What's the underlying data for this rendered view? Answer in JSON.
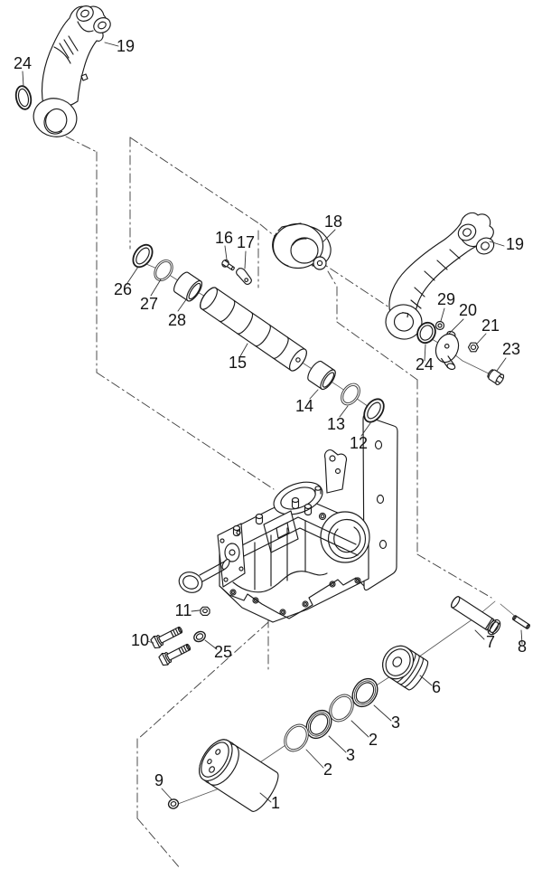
{
  "figure": {
    "kind": "exploded-parts-diagram",
    "background_color": "#ffffff",
    "line_color": "#1a1a1a",
    "phantom_line_color": "#444444",
    "callout_color": "#141414"
  },
  "callouts": [
    {
      "id": "24-left",
      "text": "24"
    },
    {
      "id": "19-left",
      "text": "19"
    },
    {
      "id": "26",
      "text": "26"
    },
    {
      "id": "27",
      "text": "27"
    },
    {
      "id": "28",
      "text": "28"
    },
    {
      "id": "16",
      "text": "16"
    },
    {
      "id": "17",
      "text": "17"
    },
    {
      "id": "18",
      "text": "18"
    },
    {
      "id": "15",
      "text": "15"
    },
    {
      "id": "14",
      "text": "14"
    },
    {
      "id": "13",
      "text": "13"
    },
    {
      "id": "12",
      "text": "12"
    },
    {
      "id": "19-right",
      "text": "19"
    },
    {
      "id": "29",
      "text": "29"
    },
    {
      "id": "20",
      "text": "20"
    },
    {
      "id": "21",
      "text": "21"
    },
    {
      "id": "24-right",
      "text": "24"
    },
    {
      "id": "23",
      "text": "23"
    },
    {
      "id": "11",
      "text": "11"
    },
    {
      "id": "10",
      "text": "10"
    },
    {
      "id": "25",
      "text": "25"
    },
    {
      "id": "7",
      "text": "7"
    },
    {
      "id": "8",
      "text": "8"
    },
    {
      "id": "6",
      "text": "6"
    },
    {
      "id": "3-upper",
      "text": "3"
    },
    {
      "id": "2-upper",
      "text": "2"
    },
    {
      "id": "3-lower",
      "text": "3"
    },
    {
      "id": "2-lower",
      "text": "2"
    },
    {
      "id": "9",
      "text": "9"
    },
    {
      "id": "1",
      "text": "1"
    }
  ]
}
